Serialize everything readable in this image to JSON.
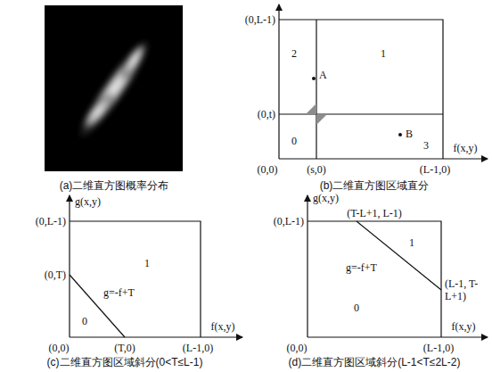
{
  "diagram": {
    "labels": [
      "(a)二维直方图概率分布",
      "(0,L-1)",
      "2",
      "A",
      "1",
      "(0,t)",
      "B",
      "0",
      "3",
      "f(x,y)",
      "(0,0)",
      "(s,0)",
      "(L-1,0)",
      "(b)二维直方图区域直分",
      "g(x,y)",
      "(0,L-1)",
      "(0,T)",
      "1",
      "g=-f+T",
      "0",
      "f(x,y)",
      "(0,0)",
      "(T,0)",
      "(L-1,0)",
      "(c)二维直方图区域斜分(0<T≤L-1)",
      "g(x,y)",
      "(0,L-1)",
      "(T-L+1, L-1)",
      "1",
      "g=-f+T",
      "(L-1, T-L+1)",
      "0",
      "f(x,y)",
      "(0,0)",
      "(L-1,0)",
      "(d)二维直方图区域斜分(L-1<T≤2L-2)"
    ]
  }
}
